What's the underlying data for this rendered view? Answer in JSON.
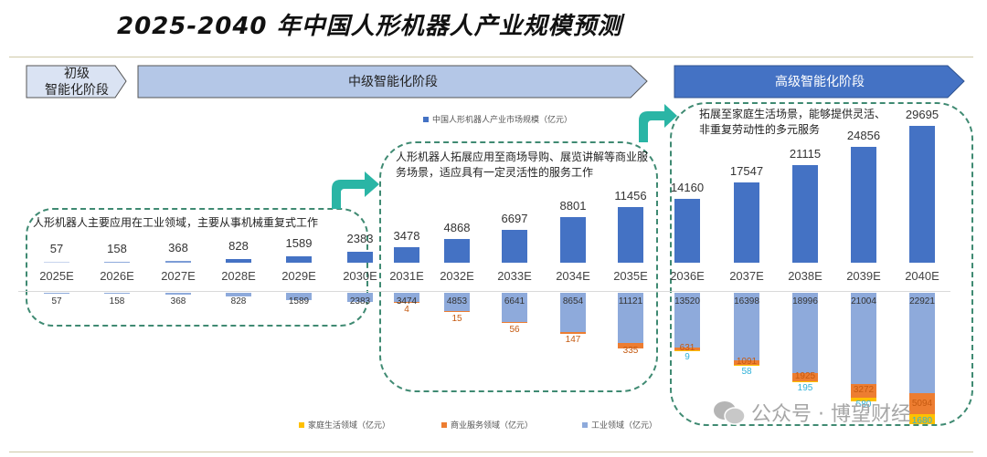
{
  "title": "2025-2040 年中国人形机器人产业规模预测",
  "stages": [
    {
      "label_line1": "初级",
      "label_line2": "智能化阶段",
      "fill": "#dae3f3"
    },
    {
      "label_line1": "中级智能化阶段",
      "label_line2": "",
      "fill": "#b4c7e7"
    },
    {
      "label_line1": "高级智能化阶段",
      "label_line2": "",
      "fill": "#4472c4"
    }
  ],
  "notes": {
    "primary": "人形机器人主要应用在工业领域，主要从事机械重复式工作",
    "intermediate": "人形机器人拓展应用至商场导购、展览讲解等商业服务场景，适应具有一定灵活性的服务工作",
    "advanced": "拓展至家庭生活场景，能够提供灵活、非重复劳动性的多元服务"
  },
  "legend_top": "中国人形机器人产业市场规模（亿元）",
  "legend_bottom": {
    "home": "家庭生活领域（亿元）",
    "commercial": "商业服务领域（亿元）",
    "industrial": "工业领域（亿元）"
  },
  "watermark": "公众号 · 博望财经",
  "colors": {
    "total": "#4472c4",
    "industrial": "#8eaadb",
    "commercial": "#ed7d31",
    "home": "#ffc000",
    "dash": "#3f8a72",
    "arrow": "#2ab5a5"
  },
  "chart_data": [
    {
      "type": "bar",
      "title": "2025-2040 年中国人形机器人产业规模预测",
      "series": [
        {
          "name": "中国人形机器人产业市场规模（亿元）",
          "values": [
            57,
            158,
            368,
            828,
            1589,
            2383,
            3478,
            4868,
            6697,
            8801,
            11456,
            14160,
            17547,
            21115,
            24856,
            29695
          ]
        }
      ],
      "categories": [
        "2025E",
        "2026E",
        "2027E",
        "2028E",
        "2029E",
        "2030E",
        "2031E",
        "2032E",
        "2033E",
        "2034E",
        "2035E",
        "2036E",
        "2037E",
        "2038E",
        "2039E",
        "2040E"
      ],
      "xlabel": "",
      "ylabel": "亿元"
    },
    {
      "type": "bar",
      "stacked": true,
      "inverted": true,
      "categories": [
        "2025E",
        "2026E",
        "2027E",
        "2028E",
        "2029E",
        "2030E",
        "2031E",
        "2032E",
        "2033E",
        "2034E",
        "2035E",
        "2036E",
        "2037E",
        "2038E",
        "2039E",
        "2040E"
      ],
      "series": [
        {
          "name": "工业领域（亿元）",
          "values": [
            57,
            158,
            368,
            828,
            1589,
            2383,
            3474,
            4853,
            6641,
            8654,
            11121,
            13520,
            16398,
            18996,
            21004,
            22921
          ]
        },
        {
          "name": "商业服务领域（亿元）",
          "values": [
            0,
            0,
            0,
            0,
            0,
            0,
            4,
            15,
            56,
            147,
            335,
            631,
            1091,
            1925,
            3272,
            5094
          ]
        },
        {
          "name": "家庭生活领域（亿元）",
          "values": [
            0,
            0,
            0,
            0,
            0,
            0,
            0,
            0,
            0,
            0,
            0,
            9,
            58,
            195,
            580,
            1680
          ]
        }
      ]
    }
  ],
  "bars": [
    {
      "year": "2025E",
      "total": "57",
      "ind": "57",
      "com": "",
      "home": ""
    },
    {
      "year": "2026E",
      "total": "158",
      "ind": "158",
      "com": "",
      "home": ""
    },
    {
      "year": "2027E",
      "total": "368",
      "ind": "368",
      "com": "",
      "home": ""
    },
    {
      "year": "2028E",
      "total": "828",
      "ind": "828",
      "com": "",
      "home": ""
    },
    {
      "year": "2029E",
      "total": "1589",
      "ind": "1589",
      "com": "",
      "home": ""
    },
    {
      "year": "2030E",
      "total": "2383",
      "ind": "2383",
      "com": "",
      "home": ""
    },
    {
      "year": "2031E",
      "total": "3478",
      "ind": "3474",
      "com": "4",
      "home": ""
    },
    {
      "year": "2032E",
      "total": "4868",
      "ind": "4853",
      "com": "15",
      "home": ""
    },
    {
      "year": "2033E",
      "total": "6697",
      "ind": "6641",
      "com": "56",
      "home": ""
    },
    {
      "year": "2034E",
      "total": "8801",
      "ind": "8654",
      "com": "147",
      "home": ""
    },
    {
      "year": "2035E",
      "total": "11456",
      "ind": "11121",
      "com": "335",
      "home": ""
    },
    {
      "year": "2036E",
      "total": "14160",
      "ind": "13520",
      "com": "631",
      "home": "9"
    },
    {
      "year": "2037E",
      "total": "17547",
      "ind": "16398",
      "com": "1091",
      "home": "58"
    },
    {
      "year": "2038E",
      "total": "21115",
      "ind": "18996",
      "com": "1925",
      "home": "195"
    },
    {
      "year": "2039E",
      "total": "24856",
      "ind": "21004",
      "com": "3272",
      "home": "580"
    },
    {
      "year": "2040E",
      "total": "29695",
      "ind": "22921",
      "com": "5094",
      "home": "1680"
    }
  ]
}
